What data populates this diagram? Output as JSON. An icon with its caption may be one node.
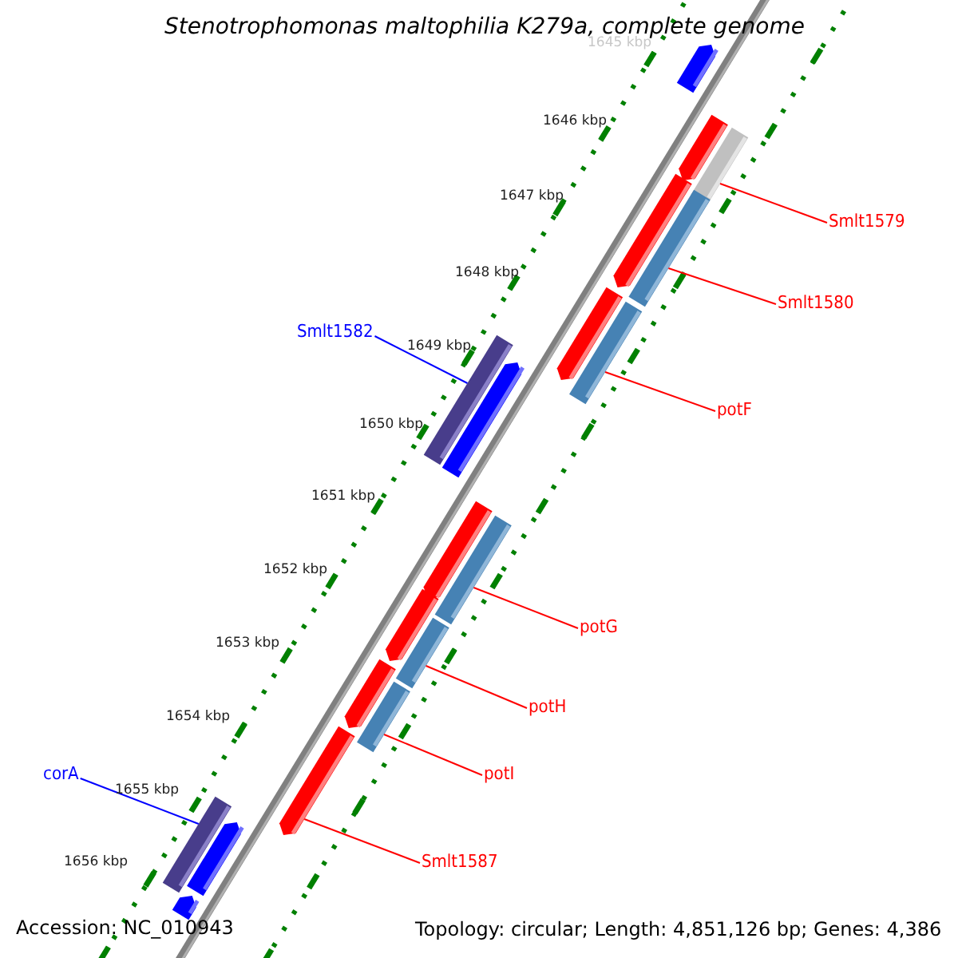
{
  "diagram": {
    "title": "Stenotrophomonas maltophilia K279a, complete genome",
    "nodes": [
      {
        "text": [],
        "shape": "bar"
      },
      {
        "text": [],
        "shape": "bar"
      },
      {
        "text": [],
        "shape": "bar"
      },
      {
        "text": [],
        "shape": "bar"
      },
      {
        "text": [],
        "shape": "bar"
      },
      {
        "text": [],
        "shape": "bar"
      },
      {
        "text": [],
        "shape": "bar"
      },
      {
        "text": [],
        "shape": "bar"
      },
      {
        "text": [],
        "shape": "bar"
      },
      {
        "text": [],
        "shape": "bar"
      },
      {
        "text": [],
        "shape": "bar"
      },
      {
        "text": [],
        "shape": "bar"
      },
      {
        "text": [],
        "shape": "bar"
      },
      {
        "text": [],
        "shape": "bar"
      },
      {
        "text": [],
        "shape": "bar"
      },
      {
        "text": [],
        "shape": "bar"
      },
      {
        "text": [],
        "shape": "bar"
      },
      {
        "text": [],
        "shape": "bar"
      },
      {
        "text": [],
        "shape": "bar"
      },
      {
        "text": [
          "Smlt1579"
        ]
      },
      {
        "text": [
          "Smlt1580"
        ]
      },
      {
        "text": [
          "potF"
        ]
      },
      {
        "text": [
          "Smlt1582"
        ]
      },
      {
        "text": [
          "potG"
        ]
      },
      {
        "text": [
          "potH"
        ]
      },
      {
        "text": [
          "potI"
        ]
      },
      {
        "text": [
          "Smlt1587"
        ]
      },
      {
        "text": [
          "corA"
        ]
      }
    ],
    "edges": [
      {
        "from": 19,
        "to": 2,
        "arrow": "none"
      },
      {
        "from": 20,
        "to": 4,
        "arrow": "none"
      },
      {
        "from": 21,
        "to": 6,
        "arrow": "none"
      },
      {
        "from": 22,
        "to": 7,
        "arrow": "none",
        "color": "#0000ff"
      },
      {
        "from": 23,
        "to": 10,
        "arrow": "none"
      },
      {
        "from": 24,
        "to": 12,
        "arrow": "none"
      },
      {
        "from": 25,
        "to": 14,
        "arrow": "none"
      },
      {
        "from": 26,
        "to": 15,
        "arrow": "none"
      },
      {
        "from": 27,
        "to": 16,
        "arrow": "none",
        "color": "#0000ff"
      }
    ],
    "labels": [
      "1645 kbp",
      "1646 kbp",
      "1647 kbp",
      "1648 kbp",
      "1649 kbp",
      "1650 kbp",
      "1651 kbp",
      "1652 kbp",
      "1653 kbp",
      "1654 kbp",
      "1655 kbp",
      "1656 kbp",
      "Accession: NC_010943",
      "Topology: circular; Length: 4,851,126 bp; Genes: 4,386"
    ]
  }
}
